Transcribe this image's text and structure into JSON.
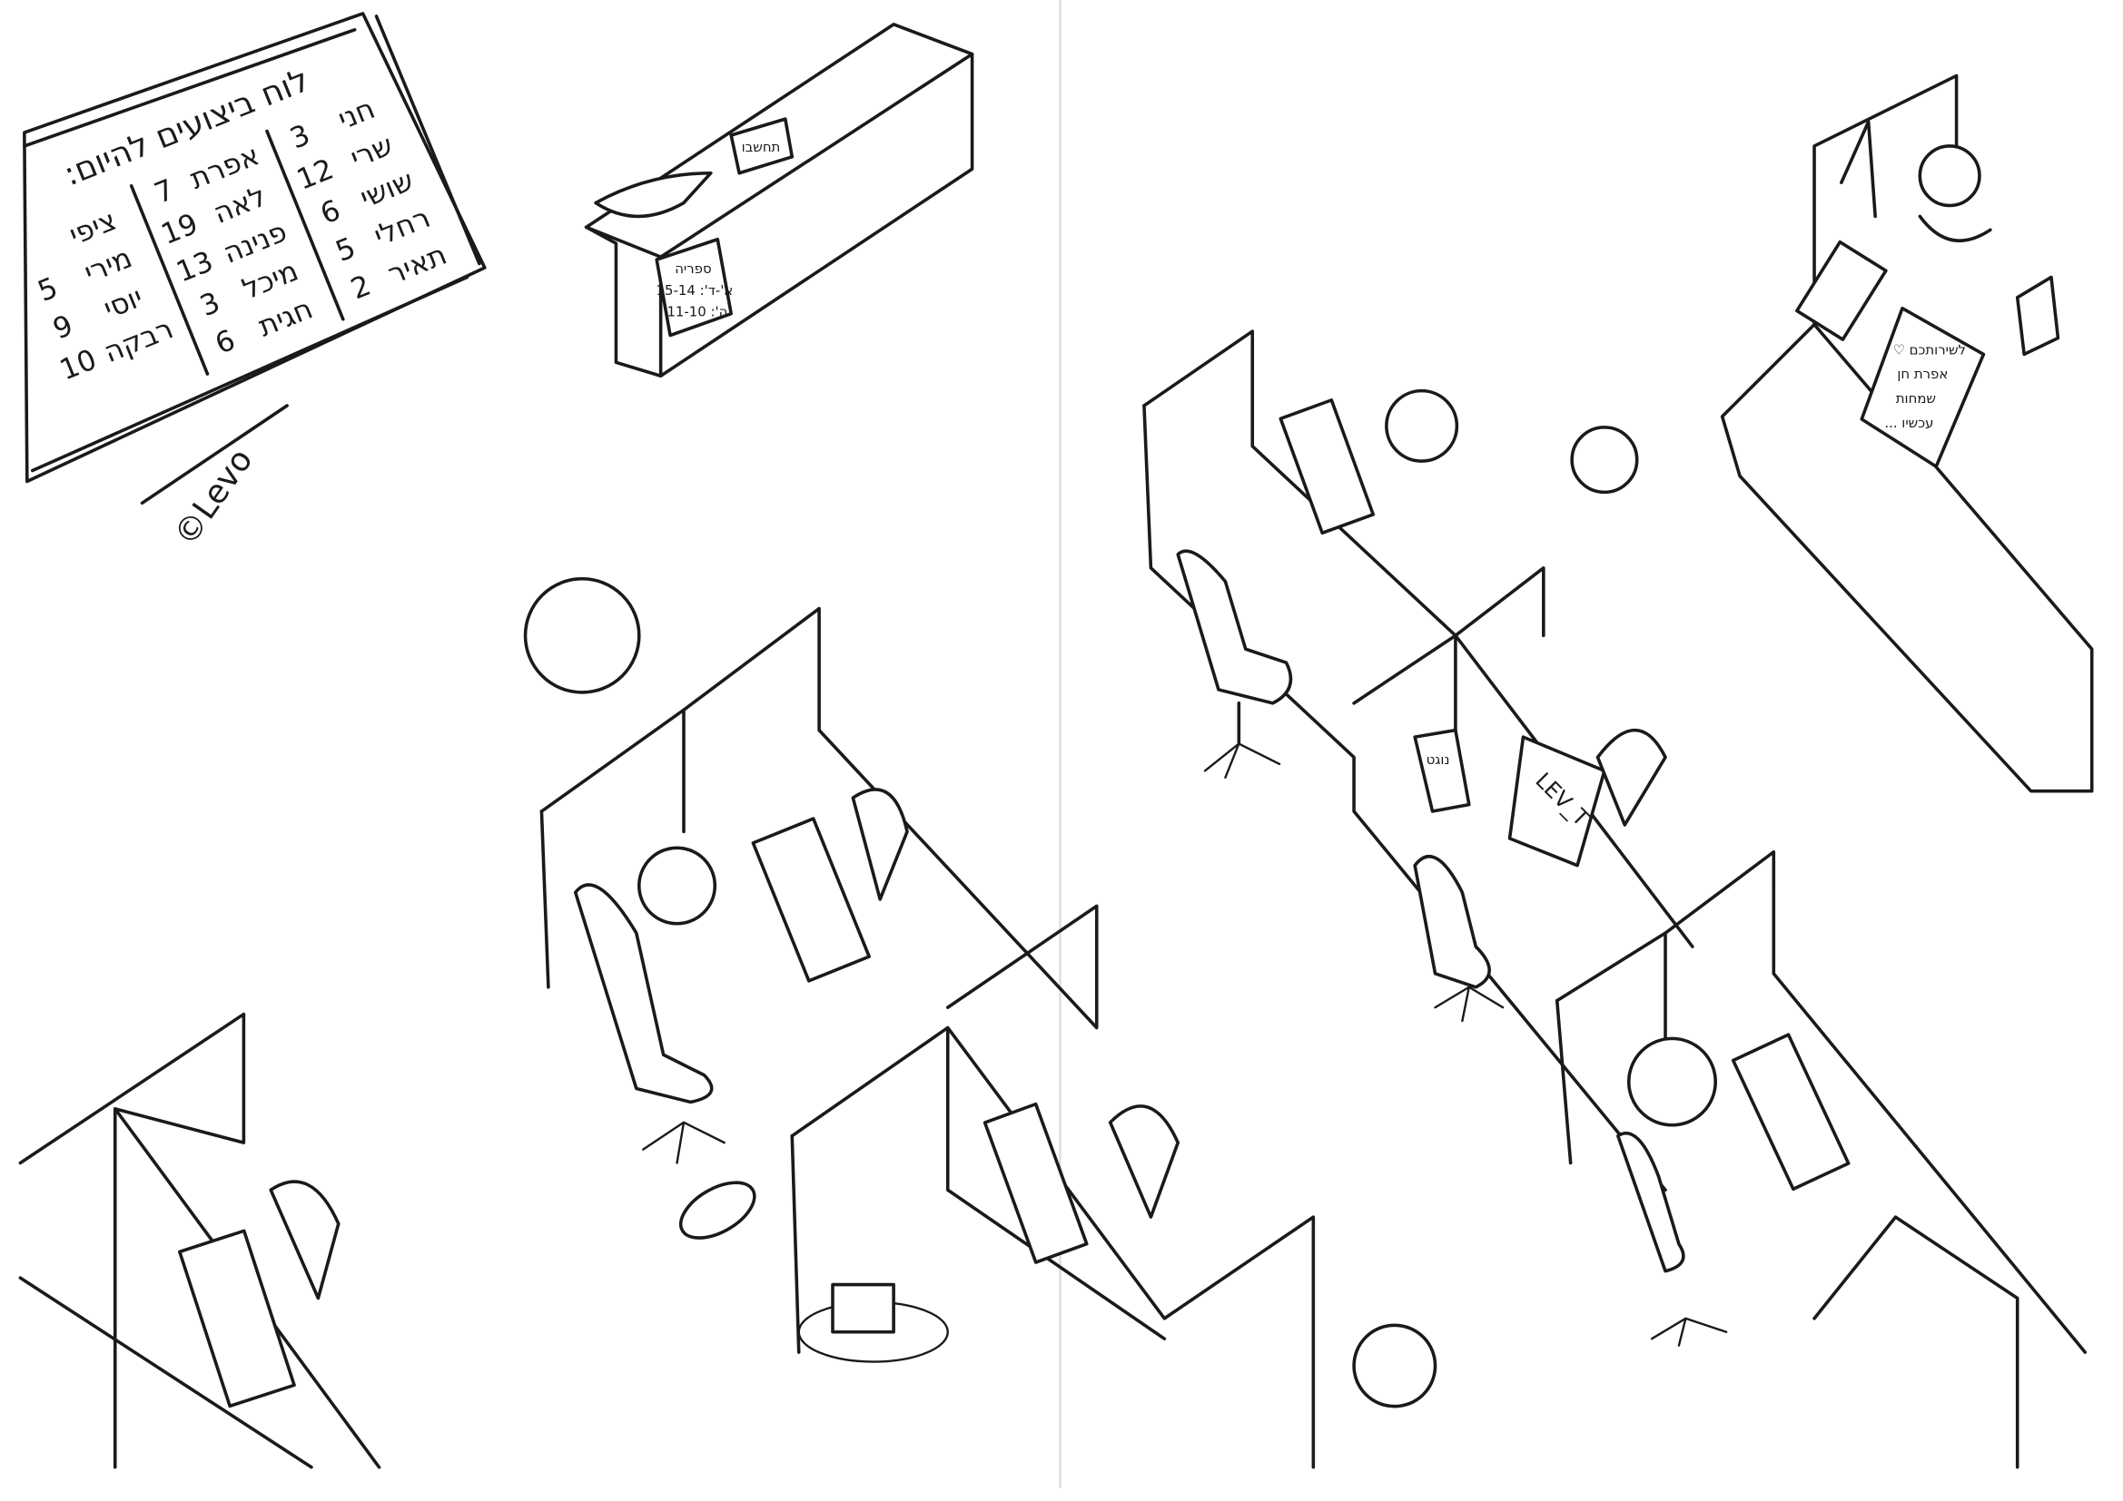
{
  "board": {
    "title": "לוח ביצועים להיום:",
    "columns": [
      [
        {
          "name": "חני",
          "score": "3"
        },
        {
          "name": "שרי",
          "score": "12"
        },
        {
          "name": "שושי",
          "score": "6"
        },
        {
          "name": "רחלי",
          "score": "5"
        },
        {
          "name": "תאיר",
          "score": "2"
        }
      ],
      [
        {
          "name": "אפרת",
          "score": "7"
        },
        {
          "name": "לאה",
          "score": "19"
        },
        {
          "name": "פנינה",
          "score": "13"
        },
        {
          "name": "מיכל",
          "score": "3"
        },
        {
          "name": "חגית",
          "score": "6"
        }
      ],
      [
        {
          "name": "ציפי",
          "score": ""
        },
        {
          "name": "מירי",
          "score": "5"
        },
        {
          "name": "יוסי",
          "score": "9"
        },
        {
          "name": "רבקה",
          "score": "10"
        }
      ]
    ]
  },
  "signature": "©Levo",
  "library_desk": {
    "sign_lines": [
      "ספריה",
      "א'-ד': 15-14",
      "ה': 11-10"
    ],
    "top_note": "תחשבו"
  },
  "reception": {
    "note_lines": [
      "לשירותכם ♡",
      "אפרת חן",
      "שמחות",
      "עכשיו ..."
    ]
  },
  "labels": {
    "monitor_tag": "LEV_T",
    "snack_bag": "נוגט"
  },
  "colors": {
    "ink": "#1a1a1a",
    "paper": "#ffffff"
  }
}
